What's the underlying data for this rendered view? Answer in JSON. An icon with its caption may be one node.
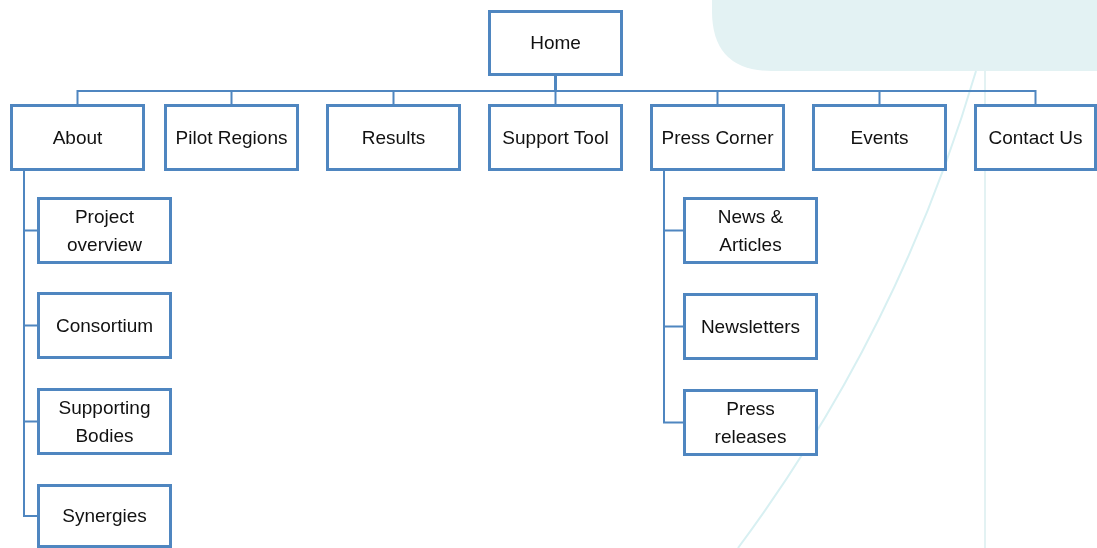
{
  "diagram": {
    "nodes": [
      {
        "text": [
          "Home"
        ]
      },
      {
        "text": [
          "About"
        ]
      },
      {
        "text": [
          "Pilot Regions"
        ]
      },
      {
        "text": [
          "Results"
        ]
      },
      {
        "text": [
          "Support Tool"
        ]
      },
      {
        "text": [
          "Press Corner"
        ]
      },
      {
        "text": [
          "Events"
        ]
      },
      {
        "text": [
          "Contact Us"
        ]
      },
      {
        "text": [
          "Project overview"
        ]
      },
      {
        "text": [
          "Consortium"
        ]
      },
      {
        "text": [
          "Supporting Bodies"
        ]
      },
      {
        "text": [
          "Synergies"
        ]
      },
      {
        "text": [
          "News & Articles"
        ]
      },
      {
        "text": [
          "Newsletters"
        ]
      },
      {
        "text": [
          "Press releases"
        ]
      }
    ],
    "edges": [
      {
        "from": 0,
        "to": 1,
        "arrow": "none"
      },
      {
        "from": 0,
        "to": 2,
        "arrow": "none"
      },
      {
        "from": 0,
        "to": 3,
        "arrow": "none"
      },
      {
        "from": 0,
        "to": 4,
        "arrow": "none"
      },
      {
        "from": 0,
        "to": 5,
        "arrow": "none"
      },
      {
        "from": 0,
        "to": 6,
        "arrow": "none"
      },
      {
        "from": 0,
        "to": 7,
        "arrow": "none"
      },
      {
        "from": 1,
        "to": 8,
        "arrow": "none"
      },
      {
        "from": 1,
        "to": 9,
        "arrow": "none"
      },
      {
        "from": 1,
        "to": 10,
        "arrow": "none"
      },
      {
        "from": 1,
        "to": 11,
        "arrow": "none"
      },
      {
        "from": 5,
        "to": 12,
        "arrow": "none"
      },
      {
        "from": 5,
        "to": 13,
        "arrow": "none"
      },
      {
        "from": 5,
        "to": 14,
        "arrow": "none"
      }
    ]
  }
}
